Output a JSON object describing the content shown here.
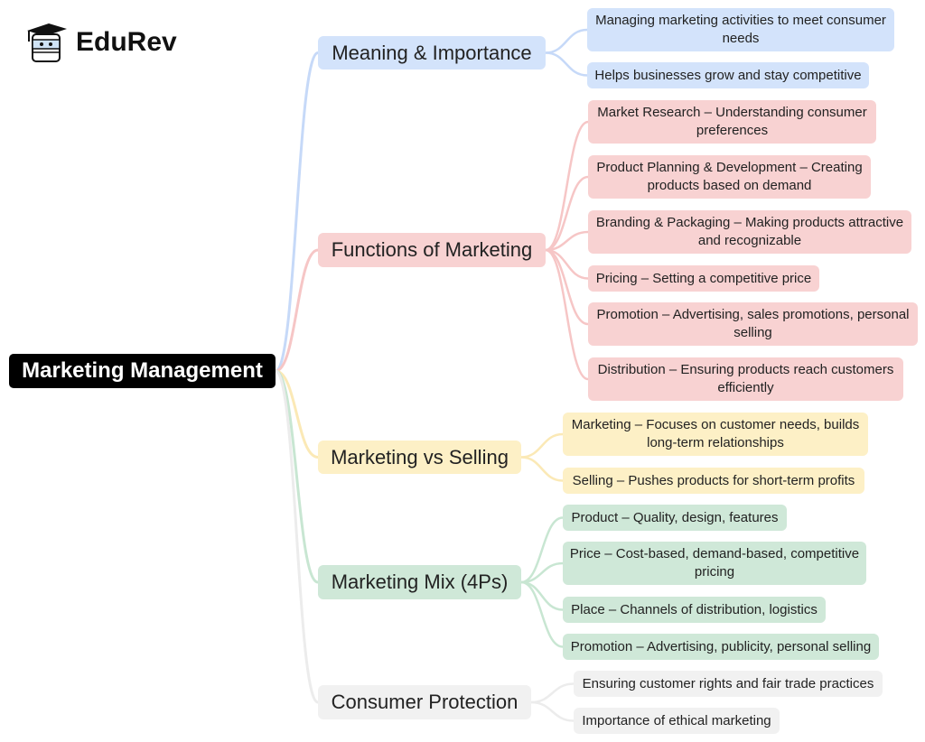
{
  "logo": {
    "text": "EduRev"
  },
  "root": {
    "label": "Marketing Management"
  },
  "branches": [
    {
      "label": "Meaning & Importance",
      "color": "#d3e3fb",
      "line": "#c6d9f8",
      "children": [
        "Managing marketing activities to meet consumer needs",
        "Helps businesses grow and stay competitive"
      ]
    },
    {
      "label": "Functions of Marketing",
      "color": "#f8d2d2",
      "line": "#f6c6c6",
      "children": [
        "Market Research – Understanding consumer preferences",
        "Product Planning & Development – Creating products based on demand",
        "Branding & Packaging – Making products attractive and recognizable",
        "Pricing – Setting a competitive price",
        "Promotion – Advertising, sales promotions, personal selling",
        "Distribution – Ensuring products reach customers efficiently"
      ]
    },
    {
      "label": "Marketing vs Selling",
      "color": "#fdf0c6",
      "line": "#fbe9b6",
      "children": [
        "Marketing – Focuses on customer needs, builds long-term relationships",
        "Selling – Pushes products for short-term profits"
      ]
    },
    {
      "label": "Marketing Mix (4Ps)",
      "color": "#cfe8d8",
      "line": "#c8e6d2",
      "children": [
        "Product – Quality, design, features",
        "Price – Cost-based, demand-based, competitive pricing",
        "Place – Channels of distribution, logistics",
        "Promotion – Advertising, publicity, personal selling"
      ]
    },
    {
      "label": "Consumer Protection",
      "color": "#f1f1f1",
      "line": "#ececec",
      "children": [
        "Ensuring customer rights and fair trade practices",
        "Importance of ethical marketing"
      ]
    }
  ]
}
